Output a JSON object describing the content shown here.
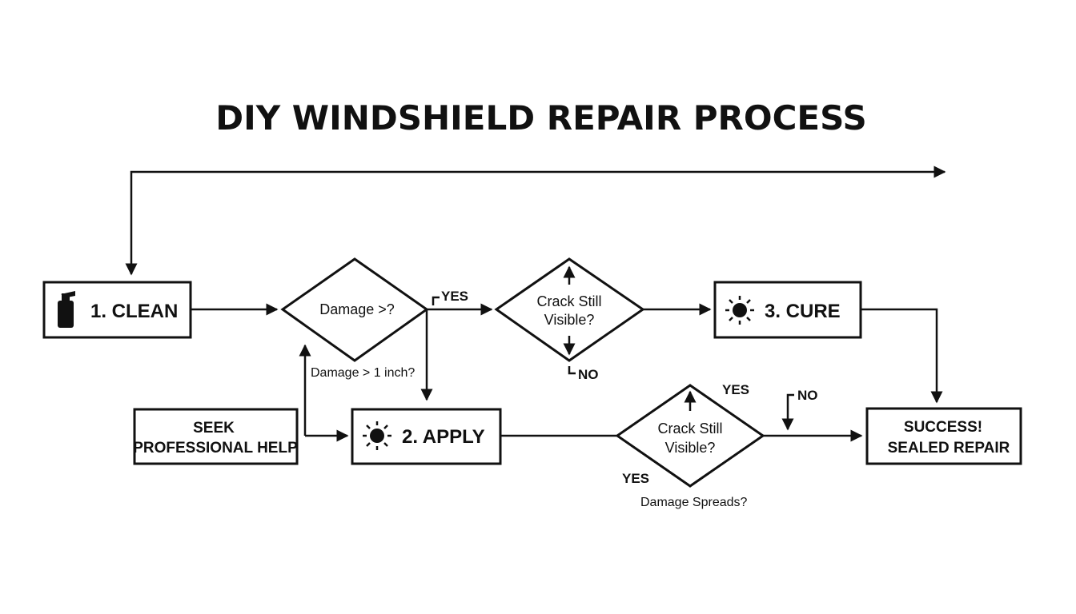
{
  "title": "DIY WINDSHIELD REPAIR PROCESS",
  "nodes": {
    "clean": {
      "label": "1. CLEAN",
      "icon": "spray-bottle-icon"
    },
    "decision_damage": {
      "label": "Damage >?"
    },
    "decision_crack_top": {
      "line1": "Crack Still",
      "line2": "Visible?"
    },
    "cure": {
      "label": "3. CURE",
      "icon": "sun-icon"
    },
    "seek_help": {
      "line1": "SEEK",
      "line2": "PROFESSIONAL HELP"
    },
    "apply": {
      "label": "2. APPLY",
      "icon": "sun-icon"
    },
    "decision_crack_bottom": {
      "line1": "Crack Still",
      "line2": "Visible?"
    },
    "success": {
      "line1": "SUCCESS!",
      "line2": "SEALED REPAIR"
    }
  },
  "edge_labels": {
    "yes_top": "YES",
    "no_top": "NO",
    "damage_inch": "Damage > 1 inch?",
    "yes_bottom_top": "YES",
    "no_bottom": "NO",
    "yes_bottom_left": "YES",
    "damage_spreads": "Damage Spreads?"
  }
}
